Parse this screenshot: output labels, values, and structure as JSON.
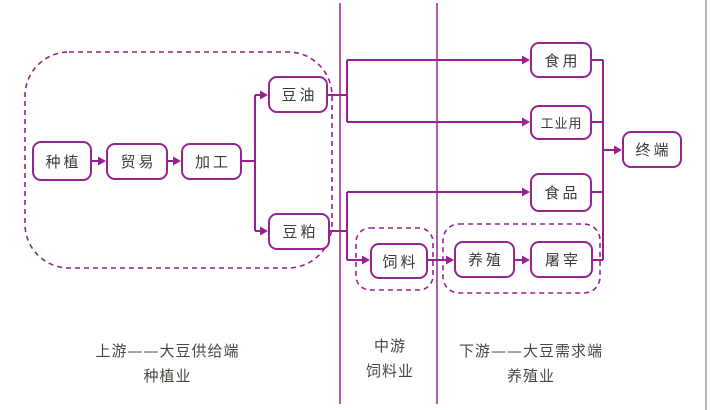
{
  "diagram": {
    "nodes": {
      "planting": {
        "label": "种植"
      },
      "trade": {
        "label": "贸易"
      },
      "processing": {
        "label": "加工"
      },
      "soy_oil": {
        "label": "豆油"
      },
      "soy_meal": {
        "label": "豆粕"
      },
      "feed": {
        "label": "饲料"
      },
      "breeding": {
        "label": "养殖"
      },
      "slaughter": {
        "label": "屠宰"
      },
      "edible": {
        "label": "食用"
      },
      "industrial": {
        "label": "工业用"
      },
      "food": {
        "label": "食品"
      },
      "terminal": {
        "label": "终端"
      }
    },
    "sections": {
      "upstream": {
        "line1": "上游——大豆供给端",
        "line2": "种植业"
      },
      "midstream": {
        "line1": "中游",
        "line2": "饲料业"
      },
      "downstream": {
        "line1": "下游——大豆需求端",
        "line2": "养殖业"
      }
    },
    "colors": {
      "connector_line": "#98218f",
      "box_border": "#92278f",
      "box_text": "#3d3a37",
      "section_text": "#4c4642",
      "page_edge_line": "#9a9a9a",
      "background": "#ffffff"
    }
  }
}
